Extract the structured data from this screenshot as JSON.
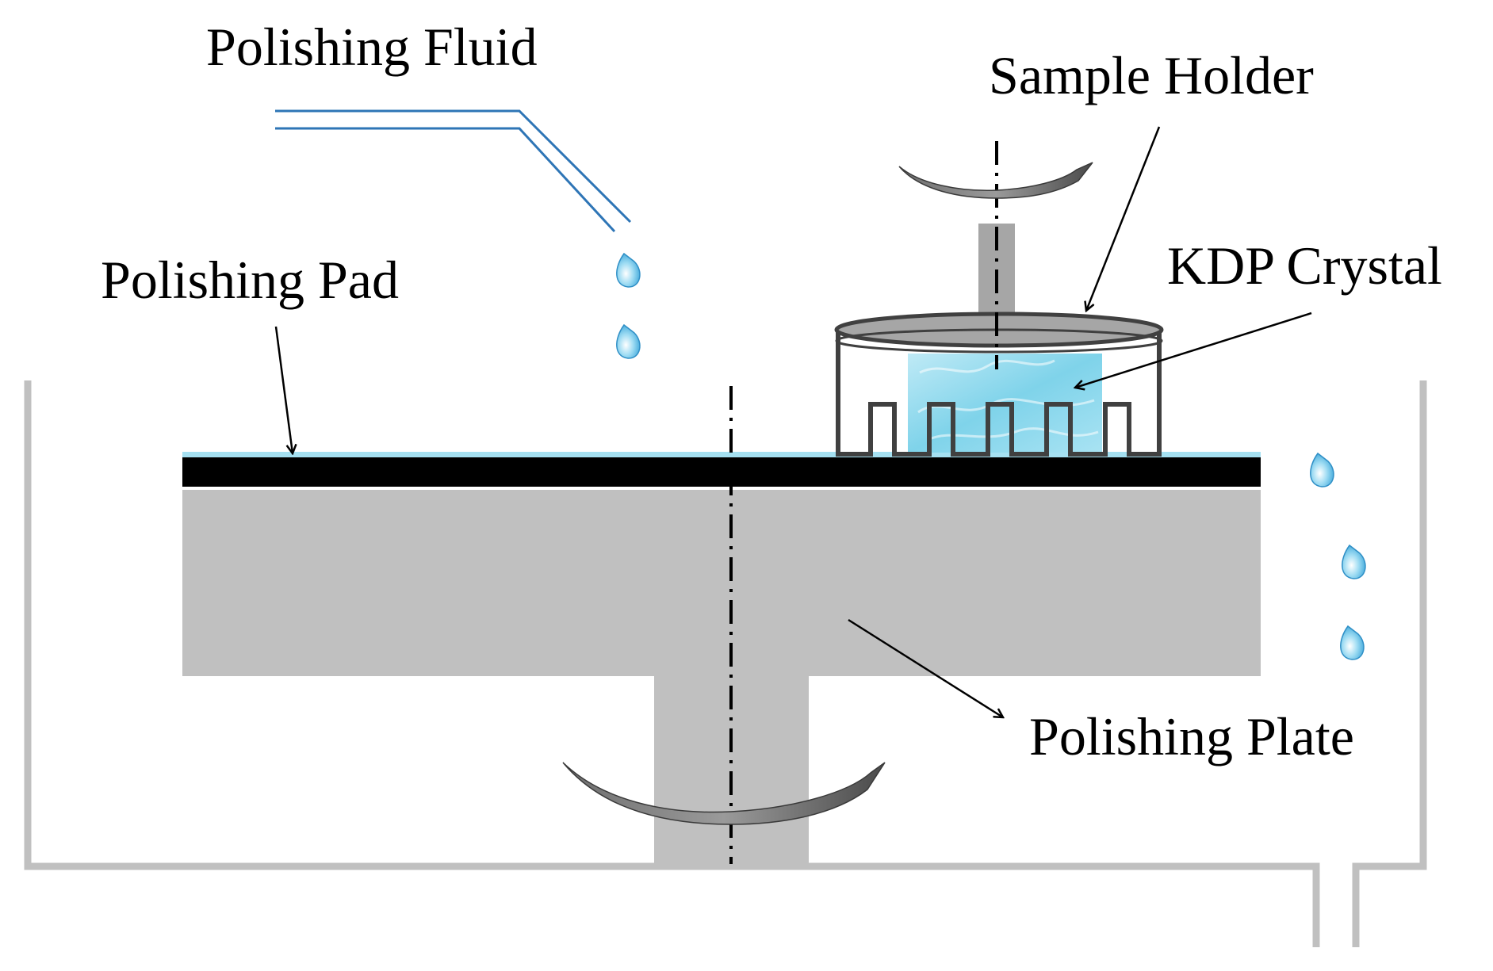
{
  "labels": {
    "polishing_fluid": "Polishing Fluid",
    "sample_holder": "Sample Holder",
    "kdp_crystal": "KDP Crystal",
    "polishing_pad": "Polishing Pad",
    "polishing_plate": "Polishing Plate"
  },
  "colors": {
    "container": "#c0c0c0",
    "plate": "#c0c0c0",
    "pad": "#000000",
    "fluid_line": "#2e75b6",
    "droplet": "#5bbde6",
    "crystal": "#7fd3ea",
    "holder_lid": "#a6a6a6",
    "holder_outline": "#404040",
    "arrow": "#000000"
  }
}
